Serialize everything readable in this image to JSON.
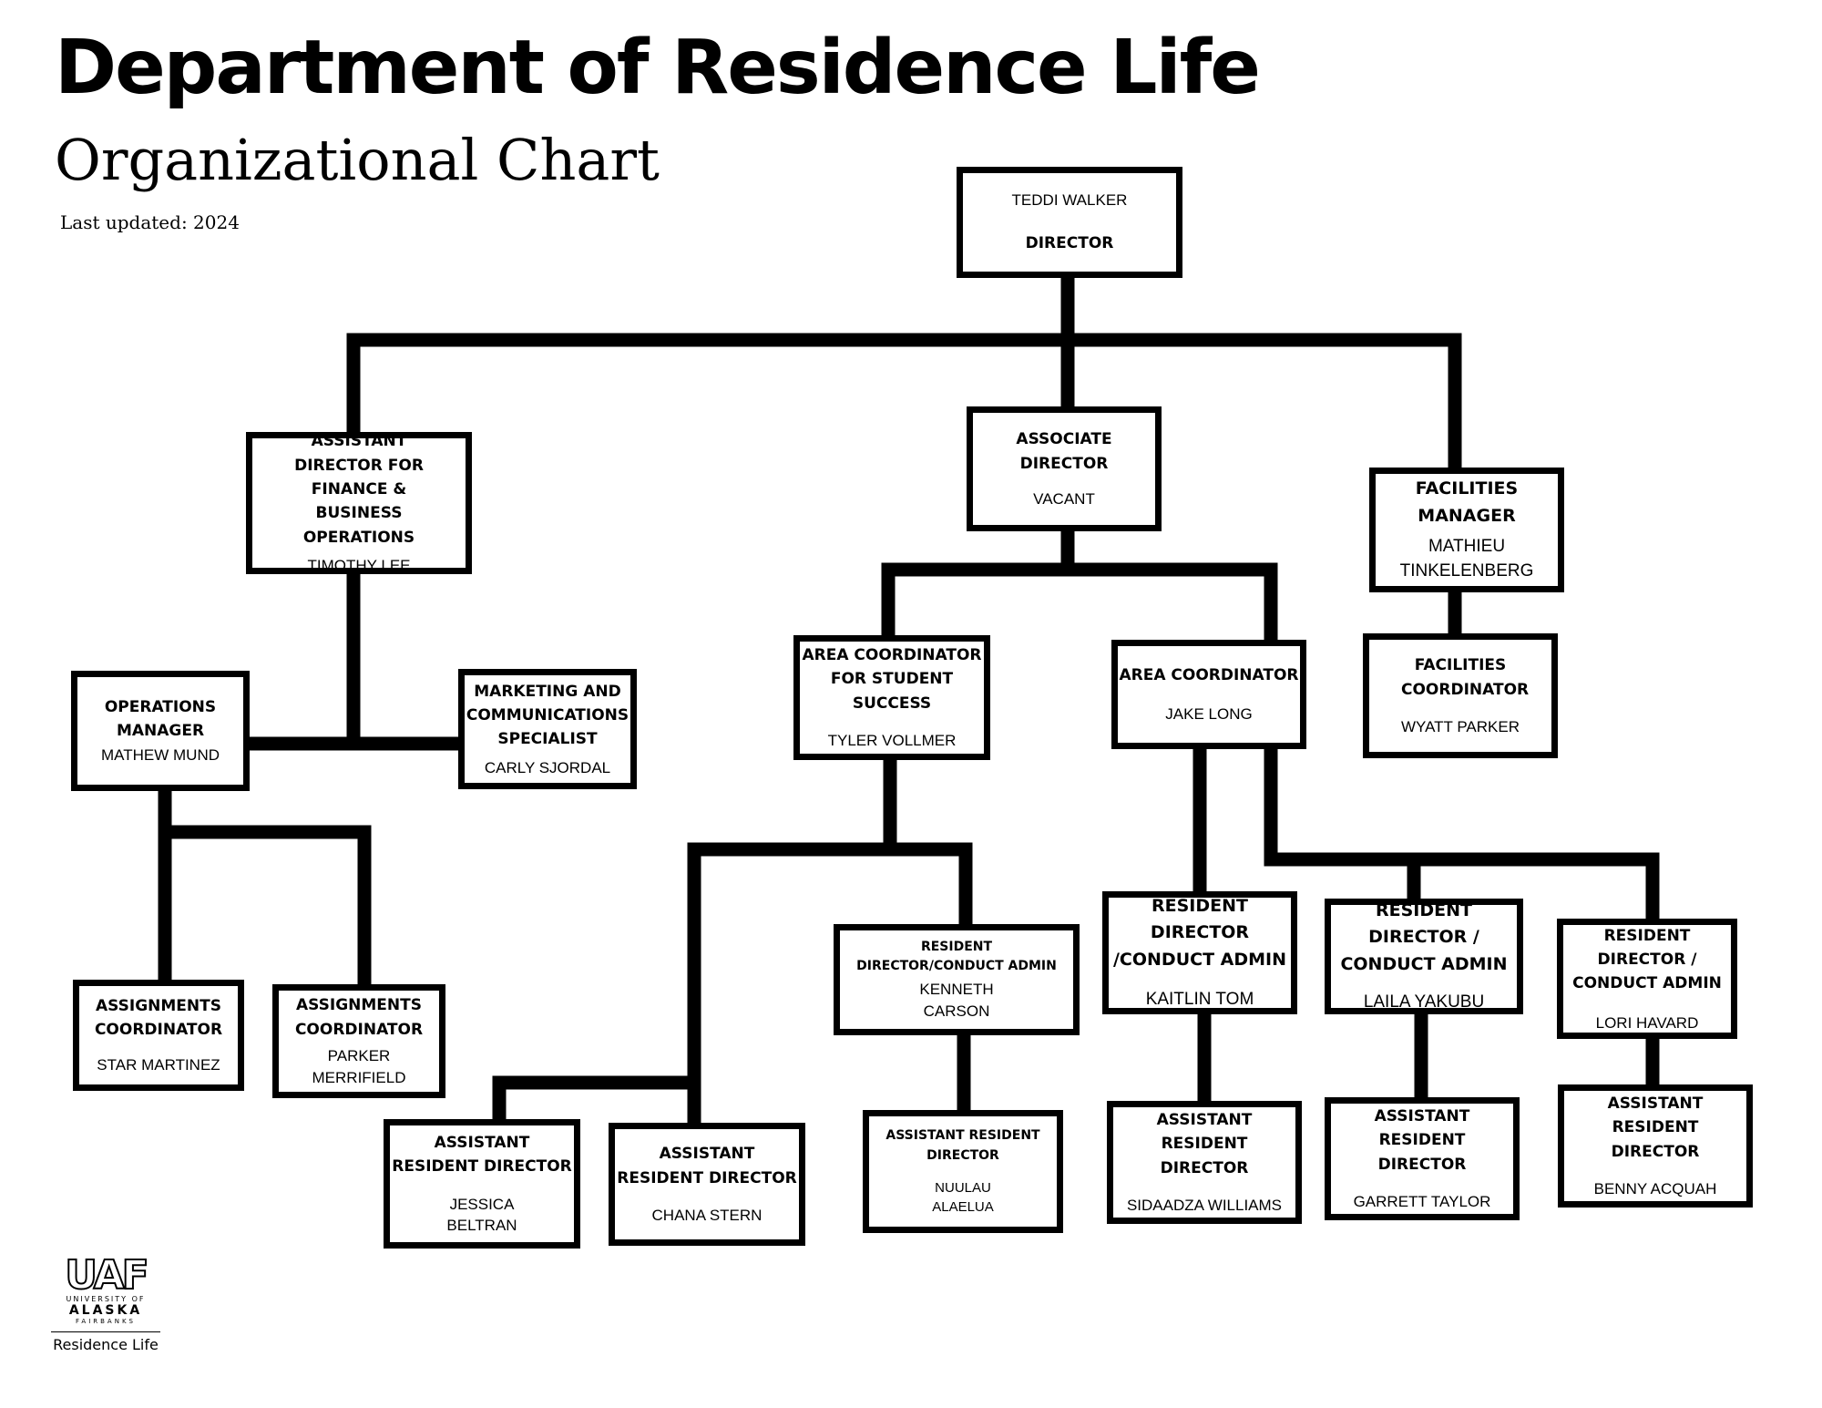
{
  "header": {
    "title": "Department of Residence Life",
    "subtitle": "Organizational Chart",
    "updated": "Last updated: 2024"
  },
  "logo": {
    "mark": "UAF",
    "university": "UNIVERSITY OF",
    "alaska": "ALASKA",
    "fairbanks": "FAIRBANKS",
    "department": "Residence Life"
  },
  "nodes": {
    "director": {
      "name": "TEDDI WALKER",
      "role": "DIRECTOR"
    },
    "assistant_director": {
      "role": "ASSISTANT DIRECTOR FOR FINANCE & BUSINESS OPERATIONS",
      "name": "TIMOTHY LEE"
    },
    "associate_director": {
      "role": "ASSOCIATE DIRECTOR",
      "name": "VACANT"
    },
    "facilities_manager": {
      "role": "FACILITIES MANAGER",
      "name": "MATHIEU TINKELENBERG"
    },
    "operations_manager": {
      "role": "OPERATIONS MANAGER",
      "name": "MATHEW MUND"
    },
    "marketing_specialist": {
      "role": "MARKETING AND COMMUNICATIONS SPECIALIST",
      "name": "CARLY SJORDAL"
    },
    "area_coord_student_success": {
      "role": "AREA COORDINATOR FOR STUDENT SUCCESS",
      "name": "TYLER VOLLMER"
    },
    "area_coord_jake": {
      "role": "AREA COORDINATOR",
      "name": "JAKE LONG"
    },
    "facilities_coordinator": {
      "role": "FACILITIES COORDINATOR",
      "name": "WYATT PARKER"
    },
    "assignments_coord_1": {
      "role": "ASSIGNMENTS COORDINATOR",
      "name": "STAR MARTINEZ"
    },
    "assignments_coord_2": {
      "role": "ASSIGNMENTS COORDINATOR",
      "name": "PARKER MERRIFIELD"
    },
    "rd_kenneth": {
      "role": "RESIDENT DIRECTOR/CONDUCT ADMIN",
      "name": "KENNETH CARSON"
    },
    "rd_kaitlin": {
      "role": "RESIDENT DIRECTOR /CONDUCT ADMIN",
      "name": "KAITLIN TOM"
    },
    "rd_laila": {
      "role": "RESIDENT DIRECTOR / CONDUCT ADMIN",
      "name": "LAILA YAKUBU"
    },
    "rd_lori": {
      "role": "RESIDENT DIRECTOR / CONDUCT ADMIN",
      "name": "LORI HAVARD"
    },
    "ard_jessica": {
      "role": "ASSISTANT RESIDENT DIRECTOR",
      "name": "JESSICA BELTRAN"
    },
    "ard_chana": {
      "role": "ASSISTANT RESIDENT DIRECTOR",
      "name": "CHANA STERN"
    },
    "ard_nuulau": {
      "role": "ASSISTANT RESIDENT DIRECTOR",
      "name": "NUULAU ALAELUA"
    },
    "ard_sidaadza": {
      "role": "ASSISTANT RESIDENT DIRECTOR",
      "name": "SIDAADZA WILLIAMS"
    },
    "ard_garrett": {
      "role": "ASSISTANT RESIDENT DIRECTOR",
      "name": "GARRETT TAYLOR"
    },
    "ard_benny": {
      "role": "ASSISTANT RESIDENT DIRECTOR",
      "name": "BENNY ACQUAH"
    }
  }
}
